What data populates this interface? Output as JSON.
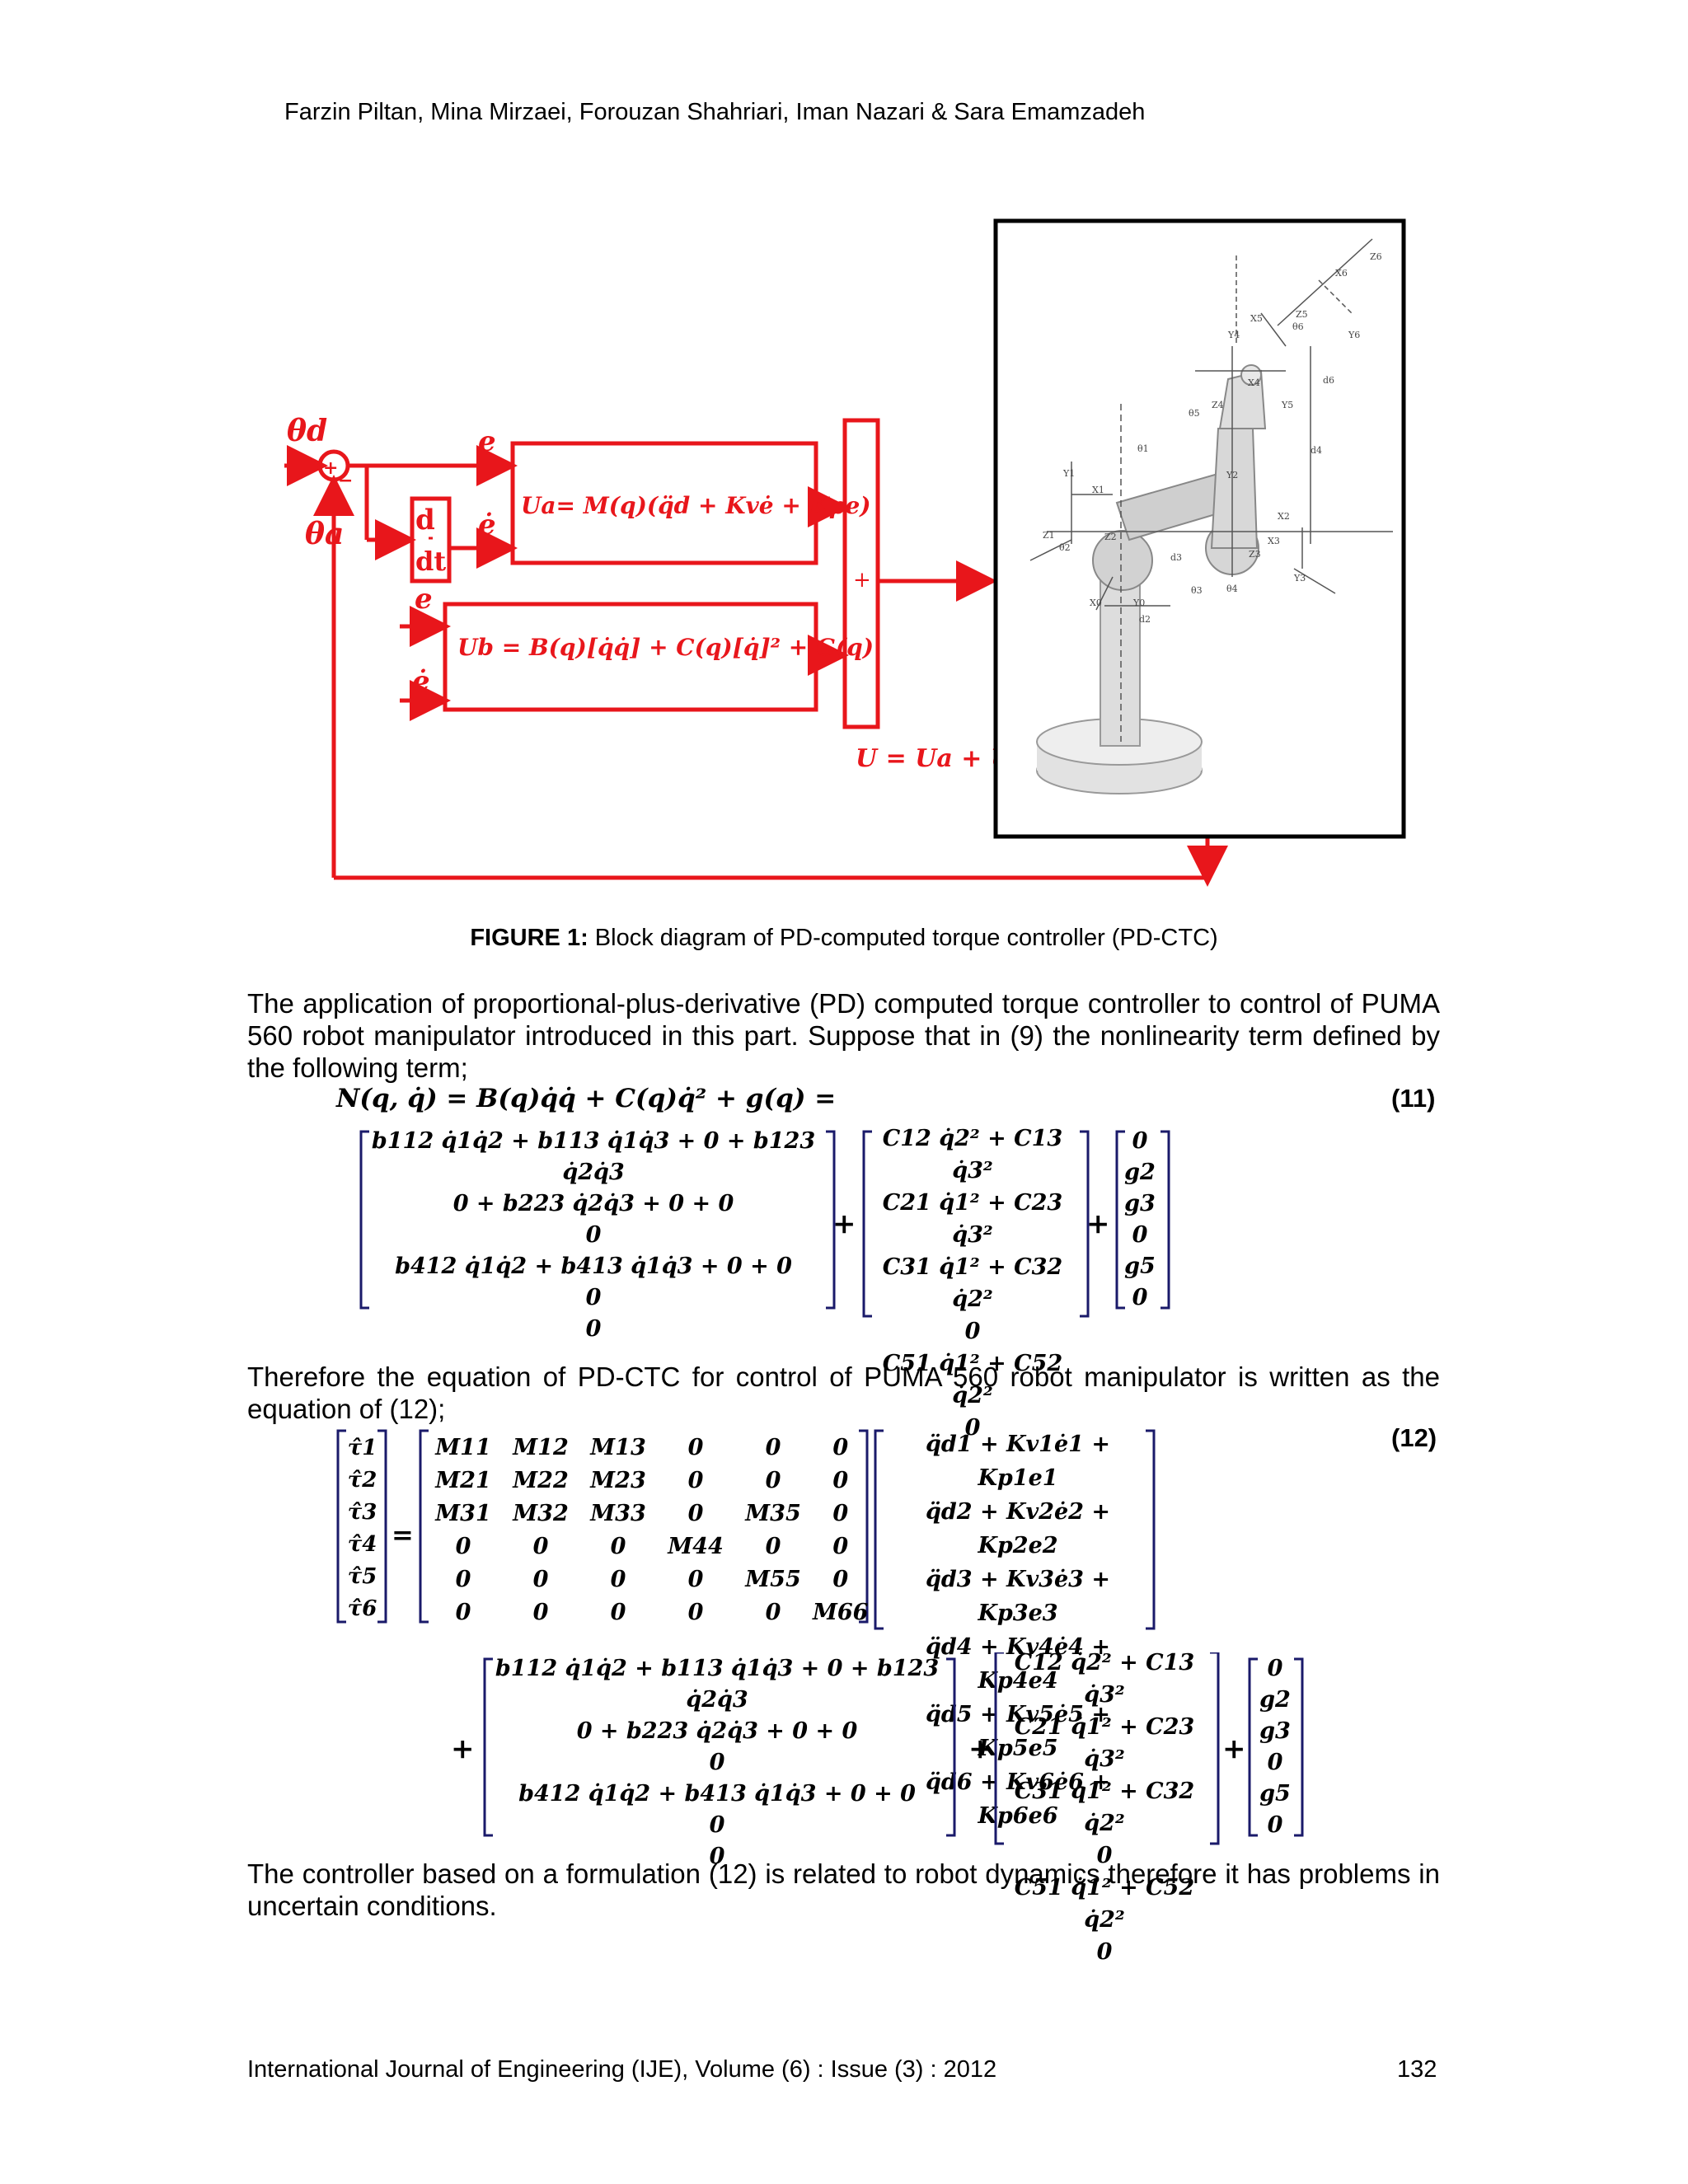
{
  "header": {
    "authors": "Farzin Piltan, Mina Mirzaei, Forouzan Shahriari, Iman Nazari & Sara Emamzadeh"
  },
  "figure": {
    "label": "FIGURE 1:",
    "caption": "Block diagram of PD-computed torque controller (PD-CTC)",
    "signals": {
      "theta_d": "θd",
      "theta_a": "θa",
      "e": "e",
      "e_dot": "ė",
      "deriv_num": "d",
      "deriv_den": "dt",
      "sum_plus": "+",
      "sum_minus": "−"
    },
    "block_ua": "Ua= M(q)(q̈d + Kvė + Kpe)",
    "block_ub": "Ub = B(q)[q̇q̇] + C(q)[q̇]² + G(q)",
    "adder_sign": "+",
    "u_total": "U = Ua + Ub",
    "robot_labels": [
      "X1",
      "Y1",
      "Z1",
      "X2",
      "Y2",
      "Z2",
      "X3",
      "Y3",
      "Z3",
      "X4",
      "Y4",
      "Z4",
      "X5",
      "Y5",
      "Z5",
      "X6",
      "Y6",
      "Z6",
      "θ1",
      "θ2",
      "θ3",
      "θ4",
      "θ5",
      "θ6",
      "d2",
      "d3",
      "d4",
      "d6"
    ]
  },
  "para1": "The application of proportional-plus-derivative (PD) computed torque controller to control of PUMA 560 robot manipulator introduced in this part. Suppose that in (9) the nonlinearity term defined by the following term;",
  "eq11": {
    "number": "(11)",
    "lhs": "N(q, q̇) = B(q)q̇q̇ + C(q)q̇² + g(q) =",
    "b": [
      "b112 q̇1q̇2 + b113 q̇1q̇3 + 0 + b123 q̇2q̇3",
      "0 + b223 q̇2q̇3 + 0 + 0",
      "0",
      "b412 q̇1q̇2 + b413 q̇1q̇3 + 0 + 0",
      "0",
      "0"
    ],
    "c": [
      "C12 q̇2² + C13 q̇3²",
      "C21 q̇1² + C23 q̇3²",
      "C31 q̇1² + C32 q̇2²",
      "0",
      "C51 q̇1² + C52 q̇2²",
      "0"
    ],
    "g": [
      "0",
      "g2",
      "g3",
      "0",
      "g5",
      "0"
    ],
    "plus": "+"
  },
  "para2": "Therefore the equation of PD-CTC for control of PUMA 560 robot manipulator is written as the equation of (12);",
  "eq12": {
    "number": "(12)",
    "tau": [
      "τ̂1",
      "τ̂2",
      "τ̂3",
      "τ̂4",
      "τ̂5",
      "τ̂6"
    ],
    "equals": "=",
    "M": [
      [
        "M11",
        "M12",
        "M13",
        "0",
        "0",
        "0"
      ],
      [
        "M21",
        "M22",
        "M23",
        "0",
        "0",
        "0"
      ],
      [
        "M31",
        "M32",
        "M33",
        "0",
        "M35",
        "0"
      ],
      [
        "0",
        "0",
        "0",
        "M44",
        "0",
        "0"
      ],
      [
        "0",
        "0",
        "0",
        "0",
        "M55",
        "0"
      ],
      [
        "0",
        "0",
        "0",
        "0",
        "0",
        "M66"
      ]
    ],
    "v": [
      "q̈d1 + Kv1ė1 + Kp1e1",
      "q̈d2 + Kv2ė2 + Kp2e2",
      "q̈d3 + Kv3ė3 + Kp3e3",
      "q̈d4 + Kv4ė4 + Kp4e4",
      "q̈d5 + Kv5ė5 + Kp5e5",
      "q̈d6 + Kv6ė6 + Kp6e6"
    ],
    "plus": "+"
  },
  "para3": "The controller based on a formulation (12) is related to robot dynamics therefore it has problems in uncertain conditions.",
  "footer": {
    "journal": "International Journal of Engineering (IJE), Volume (6) : Issue (3) : 2012",
    "page": "132"
  }
}
